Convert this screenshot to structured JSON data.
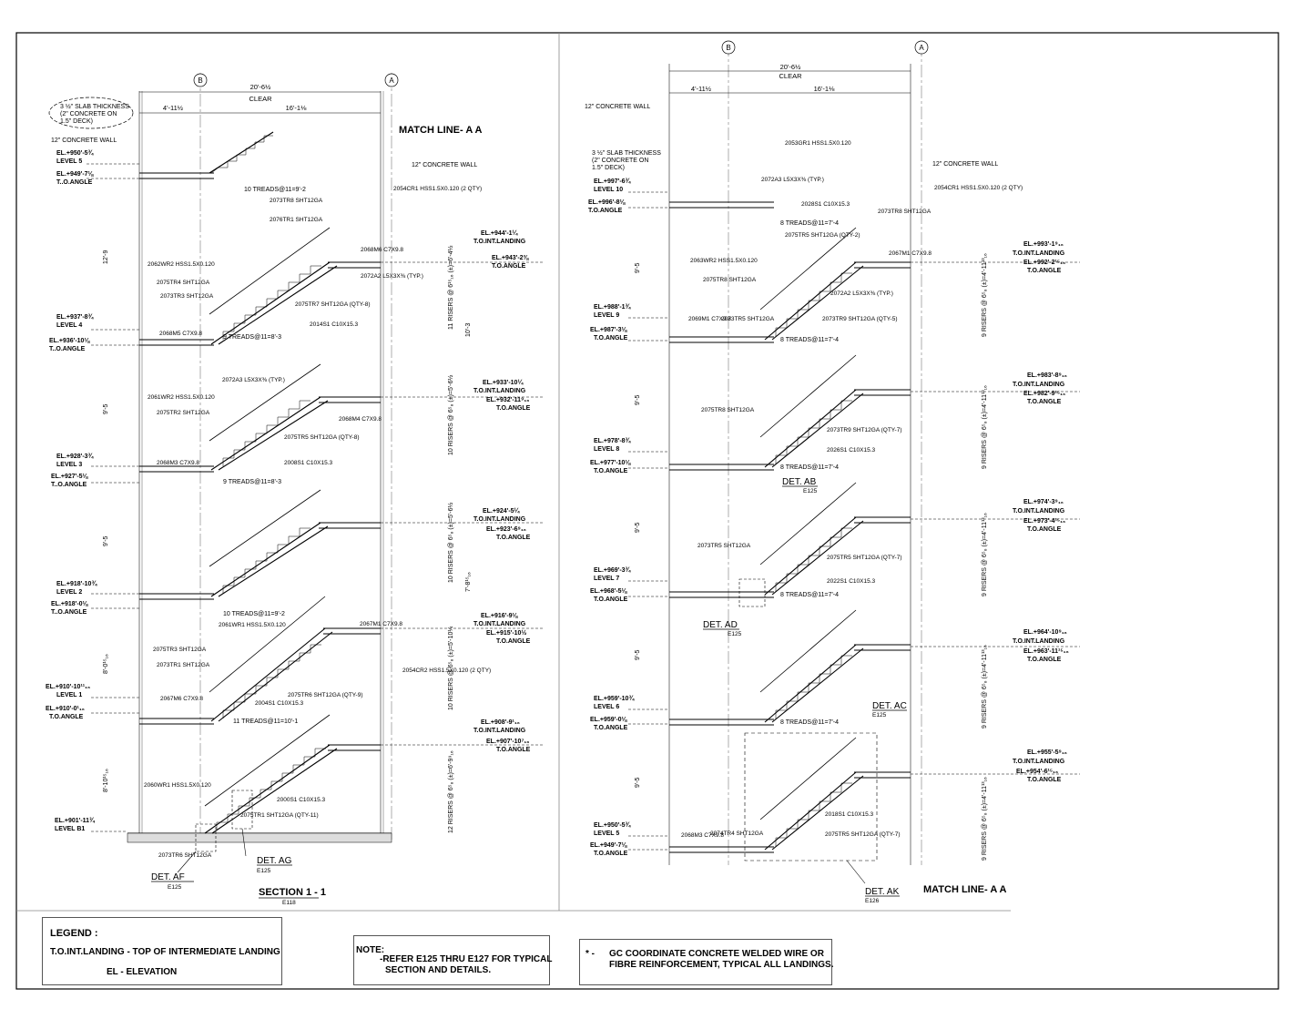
{
  "sheet": {
    "match_line": "MATCH LINE- A A",
    "section_title": "SECTION 1 - 1",
    "section_ref": "E118"
  },
  "grid": {
    "b": "B",
    "a": "A"
  },
  "left": {
    "dim_total": "20'-6½",
    "dim_clear": "CLEAR",
    "dim_left": "4'-11½",
    "dim_right": "16'-1⅛",
    "slab_note": [
      "3 ½\" SLAB THICKNESS",
      "(2\" CONCRETE ON",
      "1.5\" DECK)"
    ],
    "wall_left": "12\" CONCRETE WALL",
    "wall_right": "12\" CONCRETE WALL",
    "levels": [
      {
        "el": "EL.+950'-5¾",
        "name": "LEVEL 5"
      },
      {
        "el": "EL.+949'-7⅛",
        "name": "T..O.ANGLE"
      },
      {
        "el": "EL.+937'-8¾",
        "name": "LEVEL 4"
      },
      {
        "el": "EL.+936'-10⅛",
        "name": "T..O.ANGLE"
      },
      {
        "el": "EL.+928'-3¾",
        "name": "LEVEL 3"
      },
      {
        "el": "EL.+927'-5⅛",
        "name": "T..O.ANGLE"
      },
      {
        "el": "EL.+918'-10¾",
        "name": "LEVEL 2"
      },
      {
        "el": "EL.+918'-0⅛",
        "name": "T..O.ANGLE"
      },
      {
        "el": "EL.+910'-10¹¹₁₆",
        "name": "LEVEL 1"
      },
      {
        "el": "EL.+910'-0¹₁₆",
        "name": "T.O.ANGLE"
      },
      {
        "el": "EL.+901'-11¾",
        "name": "LEVEL B1"
      }
    ],
    "landings": [
      {
        "el": "EL.+944'-1¼",
        "name": "T.O.INT.LANDING"
      },
      {
        "el": "EL.+943'-2⅜",
        "name": "T.O.ANGLE"
      },
      {
        "el": "EL.+933'-10¼",
        "name": "T.O.INT.LANDING"
      },
      {
        "el": "EL.+932'-11⁹₁₆",
        "name": "T.O.ANGLE"
      },
      {
        "el": "EL.+924'-5¼",
        "name": "T.O.INT.LANDING"
      },
      {
        "el": "EL.+923'-6⁹₁₆",
        "name": "T.O.ANGLE"
      },
      {
        "el": "EL.+916'-9⅛",
        "name": "T.O.INT.LANDING"
      },
      {
        "el": "EL.+915'-10½",
        "name": "T.O.ANGLE"
      },
      {
        "el": "EL.+908'-9¹₁₆",
        "name": "T.O.INT.LANDING"
      },
      {
        "el": "EL.+907'-10⁷₁₆",
        "name": "T.O.ANGLE"
      }
    ],
    "treads": [
      "10 TREADS@11=9'-2",
      "9 TREADS@11=8'-3",
      "9 TREADS@11=8'-3",
      "10 TREADS@11=9'-2",
      "11 TREADS@11=10'-1"
    ],
    "risers": [
      "11 RISERS @ 6¹⁵₁₆ (±)=6'-4½",
      "10 RISERS @ 6⁵₈ (±)=5'-6½",
      "10 RISERS @ 6⁵₈ (±)=5'-6½",
      "10 RISERS @ 6⁵₈ (±)=5'-10¼",
      "12 RISERS @ 6⁵₈ (±)=6'-9⁹₁₆"
    ],
    "story_heights": [
      "12'-9",
      "10'-3",
      "9'-5",
      "9'-5",
      "7'-8¹⁵₁₆",
      "8'-0¹⁵₁₆",
      "8'-10¹⁵₁₆"
    ],
    "members": [
      "2073TR8 SHT12GA",
      "2076TR1 SHT12GA",
      "2054CR1 HSS1.5X0.120 (2 QTY)",
      "2068M6 C7X9.8",
      "2062WR2 HSS1.5X0.120",
      "2072A2 L5X3X⅜ (TYP.)",
      "2075TR4 SHT12GA",
      "2073TR3 SHT12GA",
      "2075TR7 SHT12GA (QTY-8)",
      "2014S1 C10X15.3",
      "2068M5 C7X9.8",
      "2072A3 L5X3X⅜ (TYP.)",
      "2061WR2 HSS1.5X0.120",
      "2075TR2 SHT12GA",
      "2068M4 C7X9.8",
      "2075TR5 SHT12GA (QTY-8)",
      "2008S1 C10X15.3",
      "2068M3 C7X9.8",
      "2061WR1 HSS1.5X0.120",
      "2067M1 C7X9.8",
      "2075TR3 SHT12GA",
      "2073TR1 SHT12GA",
      "2067M6 C7X9.8",
      "2004S1 C10X15.3",
      "2075TR6 SHT12GA (QTY-9)",
      "2054CR2 HSS1.5X0.120 (2 QTY)",
      "2060WR1 HSS1.5X0.120",
      "2000S1 C10X15.3",
      "2075TR1 SHT12GA (QTY-11)",
      "2073TR6 SHT12GA"
    ],
    "details": [
      {
        "name": "DET. AF",
        "ref": "E125"
      },
      {
        "name": "DET. AG",
        "ref": "E125"
      }
    ]
  },
  "right": {
    "dim_total": "20'-6½",
    "dim_clear": "CLEAR",
    "dim_left": "4'-11½",
    "dim_right": "16'-1⅛",
    "wall_left": "12\" CONCRETE WALL",
    "wall_right": "12\" CONCRETE WALL",
    "slab_note": [
      "3 ½\" SLAB THICKNESS",
      "(2\" CONCRETE ON",
      "1.5\" DECK)"
    ],
    "top_member": "2053GR1 HSS1.5X0.120",
    "levels": [
      {
        "el": "EL.+997'-6¾",
        "name": "LEVEL 10"
      },
      {
        "el": "EL.+996'-8⅛",
        "name": "T.O.ANGLE"
      },
      {
        "el": "EL.+988'-1¾",
        "name": "LEVEL 9"
      },
      {
        "el": "EL.+987'-3⅛",
        "name": "T.O.ANGLE"
      },
      {
        "el": "EL.+978'-8¾",
        "name": "LEVEL 8"
      },
      {
        "el": "EL.+977'-10⅛",
        "name": "T.O.ANGLE"
      },
      {
        "el": "EL.+969'-3¾",
        "name": "LEVEL 7"
      },
      {
        "el": "EL.+968'-5⅛",
        "name": "T.O.ANGLE"
      },
      {
        "el": "EL.+959'-10¾",
        "name": "LEVEL 6"
      },
      {
        "el": "EL.+959'-0⅛",
        "name": "T.O.ANGLE"
      },
      {
        "el": "EL.+950'-5¾",
        "name": "LEVEL 5"
      },
      {
        "el": "EL.+949'-7⅛",
        "name": "T.O.ANGLE"
      }
    ],
    "landings": [
      {
        "el": "EL.+993'-1⁹₁₆",
        "name": "T.O.INT.LANDING"
      },
      {
        "el": "EL.+992'-2¹⁵₁₆",
        "name": "T.O.ANGLE"
      },
      {
        "el": "EL.+983'-8⁹₁₆",
        "name": "T.O.INT.LANDING"
      },
      {
        "el": "EL.+982'-9¹⁵₁₆",
        "name": "T.O.ANGLE"
      },
      {
        "el": "EL.+974'-3⁹₁₆",
        "name": "T.O.INT.LANDING"
      },
      {
        "el": "EL.+973'-4¹⁵₁₆",
        "name": "T.O.ANGLE"
      },
      {
        "el": "EL.+964'-10⁹₁₆",
        "name": "T.O.INT.LANDING"
      },
      {
        "el": "EL.+963'-11¹⁵₁₆",
        "name": "T.O.ANGLE"
      },
      {
        "el": "EL.+955'-5⁹₁₆",
        "name": "T.O.INT.LANDING"
      },
      {
        "el": "EL.+954'-6¹⁵₁₆",
        "name": "T.O.ANGLE"
      }
    ],
    "treads": [
      "8 TREADS@11=7'-4",
      "8 TREADS@11=7'-4",
      "8 TREADS@11=7'-4",
      "8 TREADS@11=7'-4",
      "8 TREADS@11=7'-4"
    ],
    "risers": [
      "9 RISERS @ 6⁵₈ (±)=4'-11¹³₁₆",
      "9 RISERS @ 6⁵₈ (±)=4'-11¹³₁₆",
      "9 RISERS @ 6⁵₈ (±)=4'-11¹³₁₆",
      "9 RISERS @ 6⁵₈ (±)=4'-11¹³₁₆",
      "9 RISERS @ 6⁵₈ (±)=4'-11¹³₁₆"
    ],
    "story_heights": [
      "9'-5",
      "9'-5",
      "9'-5",
      "9'-5",
      "9'-5"
    ],
    "members": [
      "2072A3 L5X3X⅜ (TYP.)",
      "2028S1 C10X15.3",
      "2073TR8 SHT12GA",
      "2054CR1 HSS1.5X0.120 (2 QTY)",
      "2075TR5 SHT12GA (QTY-2)",
      "2067M1 C7X9.8",
      "2063WR2 HSS1.5X0.120",
      "2075TR8 SHT12GA",
      "2072A2 L5X3X⅜ (TYP.)",
      "2069M1 C7X9.8",
      "2073TR5 SHT12GA",
      "2073TR9 SHT12GA (QTY-5)",
      "2075TR8 SHT12GA",
      "2073TR9 SHT12GA (QTY-7)",
      "2026S1 C10X15.3",
      "2073TR5 SHT12GA",
      "2075TR5 SHT12GA (QTY-7)",
      "2022S1 C10X15.3",
      "2068M3 C7X9.8",
      "2074TR4 SHT12GA",
      "2018S1 C10X15.3",
      "2075TR5 SHT12GA (QTY-7)"
    ],
    "details": [
      {
        "name": "DET. AB",
        "ref": "E125"
      },
      {
        "name": "DET. AD",
        "ref": "E125"
      },
      {
        "name": "DET. AC",
        "ref": "E125"
      },
      {
        "name": "DET. AK",
        "ref": "E126"
      }
    ]
  },
  "legend": {
    "title": "LEGEND :",
    "line1": "T.O.INT.LANDING - TOP OF INTERMEDIATE LANDING",
    "line2": "EL - ELEVATION"
  },
  "note": {
    "title": "NOTE:",
    "line1": "-REFER E125 THRU E127 FOR TYPICAL",
    "line2": "SECTION AND DETAILS."
  },
  "gc_note": {
    "marker": "* -",
    "line1": "GC COORDINATE CONCRETE WELDED WIRE OR",
    "line2": "FIBRE REINFORCEMENT, TYPICAL ALL LANDINGS."
  }
}
